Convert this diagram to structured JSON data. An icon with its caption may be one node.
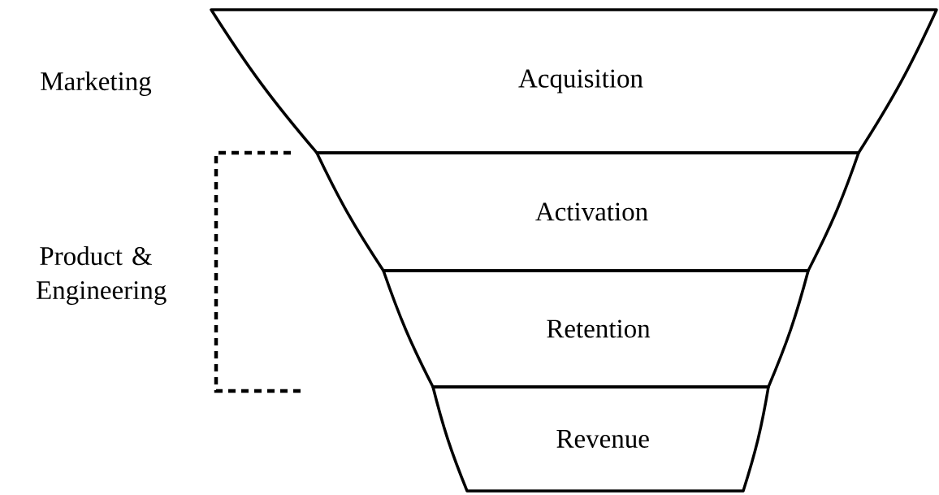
{
  "diagram": {
    "nodes": [
      {
        "text": [
          "Acquisition"
        ]
      },
      {
        "text": [
          "Activation"
        ]
      },
      {
        "text": [
          "Retention"
        ]
      },
      {
        "text": [
          "Revenue"
        ]
      }
    ],
    "labels": [
      "Marketing",
      "Product & Engineering"
    ]
  }
}
